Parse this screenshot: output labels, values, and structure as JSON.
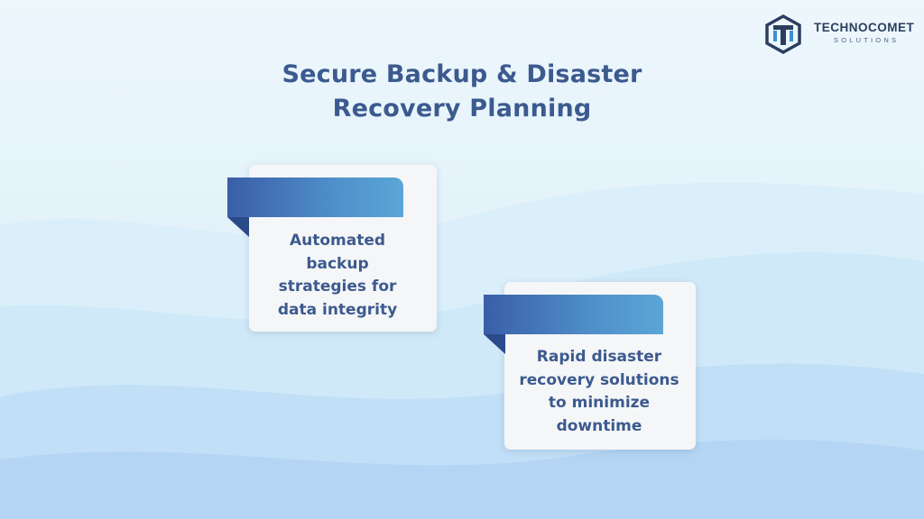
{
  "logo": {
    "name": "TECHNOCOMET",
    "subtitle": "SOLUTIONS"
  },
  "title": {
    "line1": "Secure Backup & Disaster",
    "line2": "Recovery Planning"
  },
  "cards": [
    {
      "lines": [
        "Automated",
        "backup",
        "strategies for",
        "data integrity"
      ]
    },
    {
      "lines": [
        "Rapid disaster",
        "recovery solutions",
        "to minimize",
        "downtime"
      ]
    }
  ],
  "colors": {
    "title_text": "#3c5a8f",
    "ribbon_start": "#3a5ea8",
    "ribbon_end": "#5aa6d6",
    "card_bg": "#f5f6f7",
    "background": "#e6f4fb"
  }
}
